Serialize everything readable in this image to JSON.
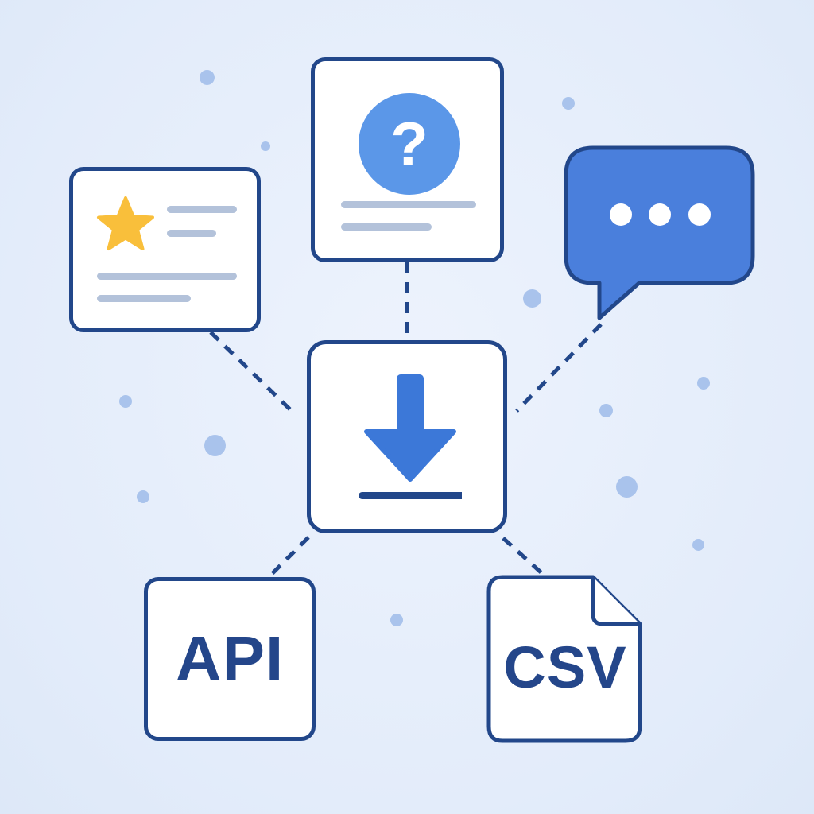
{
  "colors": {
    "background": "#e5eefb",
    "outline": "#22478a",
    "accent_blue": "#3c78d8",
    "chat_blue": "#4a7fdc",
    "question_blue": "#5b97e8",
    "star_yellow": "#f9bf3b",
    "placeholder_line": "#b3c2da",
    "dot": "#a9c3ec"
  },
  "diagram": {
    "center": {
      "icon": "download-arrow-icon"
    },
    "nodes": [
      {
        "id": "review-card",
        "icon": "star-icon"
      },
      {
        "id": "faq-card",
        "icon": "question-mark-icon",
        "glyph": "?"
      },
      {
        "id": "chat-bubble",
        "icon": "ellipsis-icon"
      },
      {
        "id": "api-card",
        "label": "API"
      },
      {
        "id": "csv-file",
        "icon": "file-icon",
        "label": "CSV"
      }
    ]
  }
}
